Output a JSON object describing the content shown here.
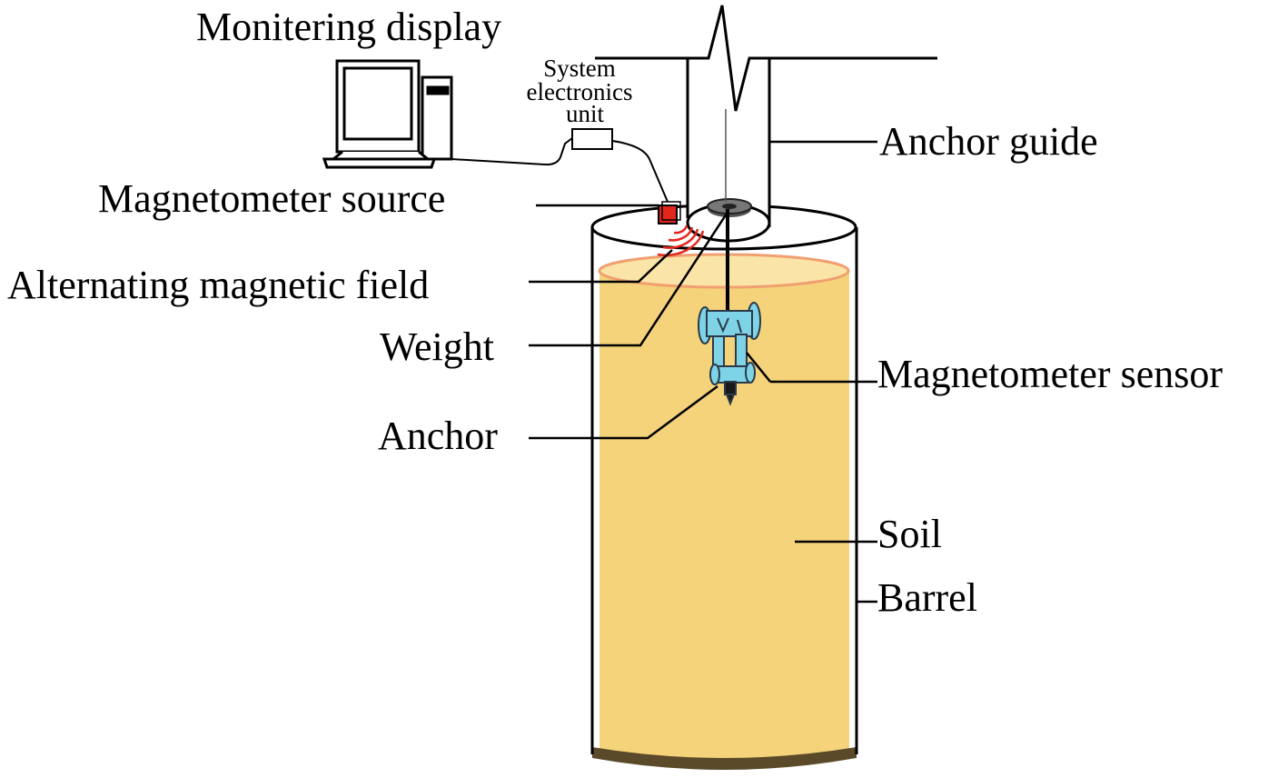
{
  "labels": {
    "monitoring_display": "Monitering display",
    "system_unit_line1": "System",
    "system_unit_line2": "electronics",
    "system_unit_line3": "unit",
    "anchor_guide": "Anchor guide",
    "magnetometer_source": "Magnetometer source",
    "alternating_field": "Alternating magnetic field",
    "weight": "Weight",
    "magnetometer_sensor": "Magnetometer sensor",
    "anchor": "Anchor",
    "soil": "Soil",
    "barrel": "Barrel"
  },
  "colors": {
    "soil": "#f5d37a",
    "soil_top": "#fbe4a8",
    "soil_rim": "#f0a070",
    "barrel_base": "#5a4a2a",
    "source": "#e3261c",
    "field_waves": "#e3261c",
    "sensor": "#7fd3e6",
    "weight": "#555555",
    "line": "#000000"
  }
}
